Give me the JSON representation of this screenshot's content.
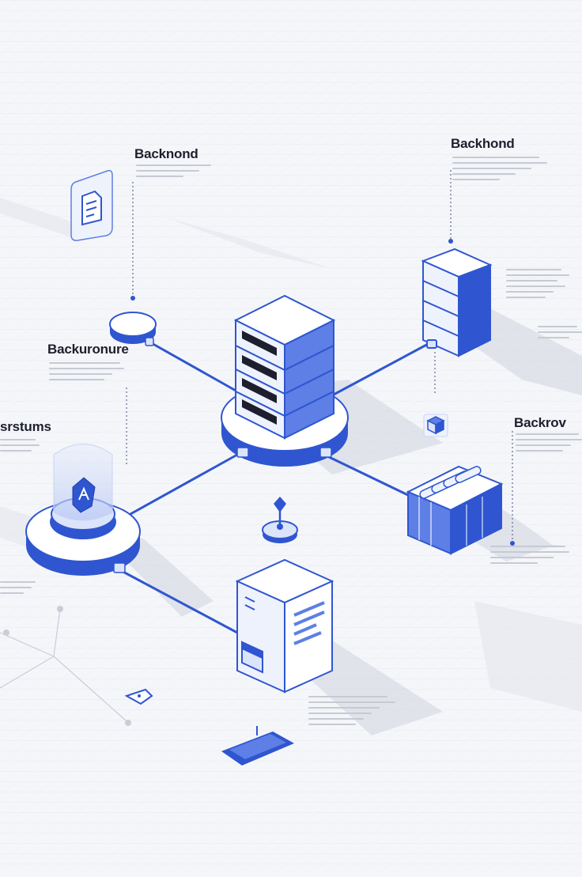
{
  "labels": {
    "top_left": "Backnond",
    "top_right": "Backhond",
    "mid_left": "Backuronure",
    "left_edge": "srstums",
    "right_mid": "Backrov"
  },
  "colors": {
    "background": "#f5f6f9",
    "accent": "#2f56d0",
    "accent_light": "#5d7fe6",
    "accent_pale": "#dce4fb",
    "dark_text": "#1d1f2e"
  },
  "icons": {
    "document_tile": "document-icon",
    "central_hub": "server-rack-icon",
    "right_server": "server-icon",
    "shield_pod": "shield-icon",
    "storage_crate": "storage-icon",
    "cpu_tile": "chip-icon",
    "small_box": "package-icon",
    "pin": "location-pin-icon",
    "warning": "warning-icon"
  }
}
